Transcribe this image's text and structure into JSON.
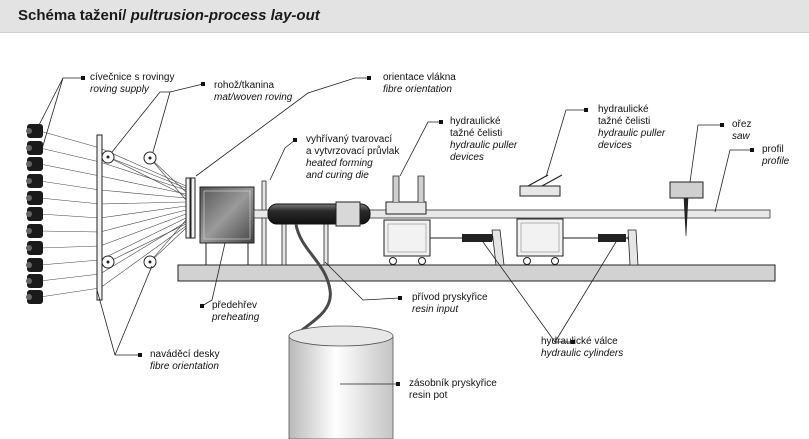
{
  "title": {
    "cz": "Schéma tažení/",
    "en": "pultrusion-process lay-out"
  },
  "labels": {
    "roving": {
      "cz": "cívečnice s rovingy",
      "en": "roving supply"
    },
    "mat": {
      "cz": "rohož/tkanina",
      "en": "mat/woven roving"
    },
    "orientation": {
      "cz": "orientace vlákna",
      "en": "fibre orientation"
    },
    "die": {
      "cz1": "vyhřívaný tvarovací",
      "cz2": "a vytvrzovací průvlak",
      "en1": "heated forming",
      "en2": "and curing die"
    },
    "puller1": {
      "cz1": "hydraulické",
      "cz2": "tažné čelisti",
      "en1": "hydraulic puller",
      "en2": "devices"
    },
    "puller2": {
      "cz1": "hydraulické",
      "cz2": "tažné čelisti",
      "en1": "hydraulic puller",
      "en2": "devices"
    },
    "saw": {
      "cz": "ořez",
      "en": "saw"
    },
    "profile": {
      "cz": "profil",
      "en": "profile"
    },
    "preheat": {
      "cz": "předehřev",
      "en": "preheating"
    },
    "resin_input": {
      "cz": "přívod pryskyřice",
      "en": "resin input"
    },
    "cylinders": {
      "cz": "hydraulické válce",
      "en": "hydraulic cylinders"
    },
    "guides": {
      "cz": "naváděcí desky",
      "en": "fibre orientation"
    },
    "resin_pot": {
      "cz": "zásobník pryskyřice",
      "en": "resin pot"
    }
  },
  "colors": {
    "dark": "#1a1a1a",
    "steel": "#c8c8c8",
    "die": "#333333",
    "header": "#e3e3e3"
  }
}
